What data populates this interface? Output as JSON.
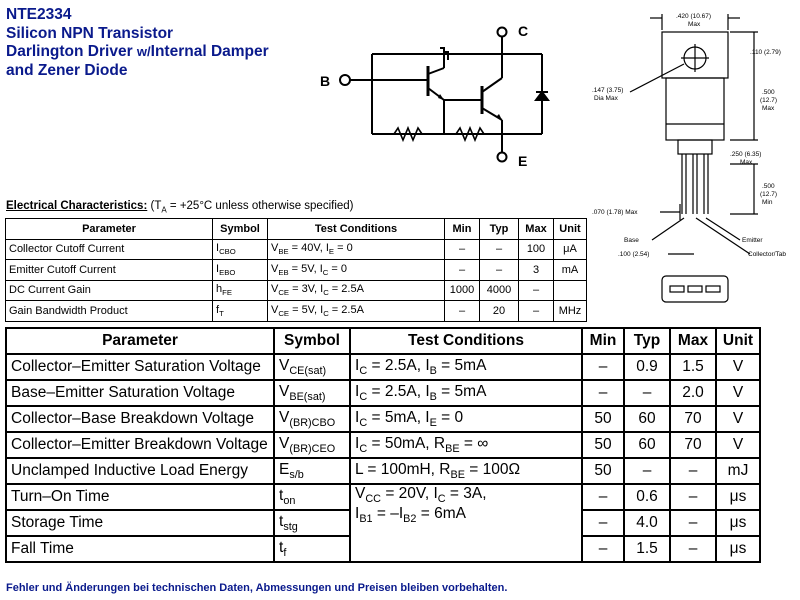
{
  "title": {
    "line1": "NTE2334",
    "line2": "Silicon NPN Transistor",
    "line3_a": "Darlington Driver ",
    "line3_b": "w/",
    "line3_c": "Internal Damper",
    "line4": "and Zener Diode"
  },
  "schematic": {
    "b": "B",
    "c": "C",
    "e": "E"
  },
  "package": {
    "top_dim": ".420 (10.67)",
    "top_dim2": "Max",
    "tab_dim": ".110 (2.79)",
    "hole_dim": ".147 (3.75)",
    "hole_dim2": "Dia Max",
    "body_dim": ".500",
    "body_dim2": "(12.7)",
    "body_dim3": "Max",
    "seat_dim": ".250 (6.35)",
    "seat_dim2": "Max",
    "lead_dim": ".500",
    "lead_dim2": "(12.7)",
    "lead_dim3": "Min",
    "pitch_dim": ".070 (1.78) Max",
    "spacing_dim": ".100 (2.54)",
    "base": "Base",
    "emitter": "Emitter",
    "collector": "Collector/Tab"
  },
  "ec": {
    "label": "Electrical Characteristics:",
    "cond_a": "(T",
    "cond_sub": "A",
    "cond_b": " = +25°C unless otherwise specified)"
  },
  "table1": {
    "headers": [
      "Parameter",
      "Symbol",
      "Test Conditions",
      "Min",
      "Typ",
      "Max",
      "Unit"
    ],
    "rows": [
      {
        "param": "Collector Cutoff Current",
        "sym": "I",
        "sym_sub": "CBO",
        "cond": "V<sub>BE</sub> = 40V, I<sub>E</sub> = 0",
        "min": "–",
        "typ": "–",
        "max": "100",
        "unit": "μA"
      },
      {
        "param": "Emitter Cutoff Current",
        "sym": "I",
        "sym_sub": "EBO",
        "cond": "V<sub>EB</sub> = 5V, I<sub>C</sub> = 0",
        "min": "–",
        "typ": "–",
        "max": "3",
        "unit": "mA"
      },
      {
        "param": "DC Current Gain",
        "sym": "h",
        "sym_sub": "FE",
        "cond": "V<sub>CE</sub> = 3V, I<sub>C</sub> = 2.5A",
        "min": "1000",
        "typ": "4000",
        "max": "–",
        "unit": ""
      },
      {
        "param": "Gain Bandwidth Product",
        "sym": "f",
        "sym_sub": "T",
        "cond": "V<sub>CE</sub> = 5V, I<sub>C</sub> = 2.5A",
        "min": "–",
        "typ": "20",
        "max": "–",
        "unit": "MHz"
      }
    ]
  },
  "table2": {
    "headers": [
      "Parameter",
      "Symbol",
      "Test Conditions",
      "Min",
      "Typ",
      "Max",
      "Unit"
    ],
    "rows": [
      {
        "param": "Collector–Emitter Saturation Voltage",
        "sym": "V",
        "sym_sub": "CE(sat)",
        "cond": "I<sub>C</sub> = 2.5A, I<sub>B</sub> = 5mA",
        "min": "–",
        "typ": "0.9",
        "max": "1.5",
        "unit": "V"
      },
      {
        "param": "Base–Emitter Saturation Voltage",
        "sym": "V",
        "sym_sub": "BE(sat)",
        "cond": "I<sub>C</sub> = 2.5A, I<sub>B</sub> = 5mA",
        "min": "–",
        "typ": "–",
        "max": "2.0",
        "unit": "V"
      },
      {
        "param": "Collector–Base Breakdown Voltage",
        "sym": "V",
        "sym_sub": "(BR)CBO",
        "cond": "I<sub>C</sub> = 5mA, I<sub>E</sub> = 0",
        "min": "50",
        "typ": "60",
        "max": "70",
        "unit": "V"
      },
      {
        "param": "Collector–Emitter Breakdown Voltage",
        "sym": "V",
        "sym_sub": "(BR)CEO",
        "cond": "I<sub>C</sub> = 50mA, R<sub>BE</sub> = ∞",
        "min": "50",
        "typ": "60",
        "max": "70",
        "unit": "V"
      },
      {
        "param": "Unclamped Inductive Load Energy",
        "sym": "E",
        "sym_sub": "s/b",
        "cond": "L = 100mH, R<sub>BE</sub> = 100Ω",
        "min": "50",
        "typ": "–",
        "max": "–",
        "unit": "mJ"
      },
      {
        "param": "Turn–On Time",
        "sym": "t",
        "sym_sub": "on",
        "cond": "V<sub>CC</sub> = 20V, I<sub>C</sub> = 3A,<br>I<sub>B1</sub> = –I<sub>B2</sub> = 6mA",
        "min": "–",
        "typ": "0.6",
        "max": "–",
        "unit": "μs"
      },
      {
        "param": "Storage Time",
        "sym": "t",
        "sym_sub": "stg",
        "cond": "",
        "min": "–",
        "typ": "4.0",
        "max": "–",
        "unit": "μs"
      },
      {
        "param": "Fall Time",
        "sym": "t",
        "sym_sub": "f",
        "cond": "",
        "min": "–",
        "typ": "1.5",
        "max": "–",
        "unit": "μs"
      }
    ]
  },
  "footer": "Fehler und Änderungen bei technischen Daten, Abmessungen und Preisen bleiben vorbehalten."
}
